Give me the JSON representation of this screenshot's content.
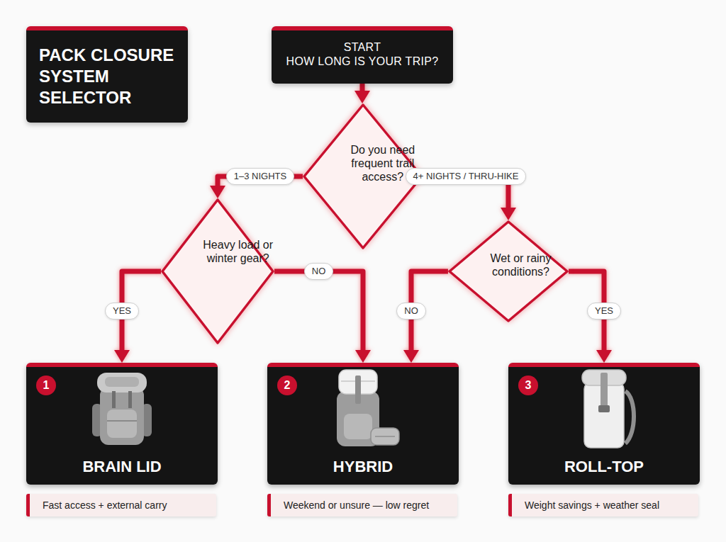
{
  "diagram": {
    "title": "PACK CLOSURE SYSTEM SELECTOR",
    "nodes": [
      {
        "text": [
          "START",
          "HOW LONG IS YOUR TRIP?"
        ]
      },
      {
        "text": [
          "Do you need frequent trail access?"
        ]
      },
      {
        "text": [
          "Heavy load or winter gear?"
        ]
      },
      {
        "text": [
          "Wet or rainy conditions?"
        ]
      },
      {
        "text": [
          "1",
          "BRAIN LID"
        ]
      },
      {
        "text": [
          "2",
          "HYBRID"
        ]
      },
      {
        "text": [
          "3",
          "ROLL-TOP"
        ]
      },
      {
        "text": [
          "Fast access + external carry"
        ]
      },
      {
        "text": [
          "Weekend or unsure — low regret"
        ]
      },
      {
        "text": [
          "Weight savings + weather seal"
        ]
      }
    ],
    "edges": [
      {
        "from": 0,
        "to": 1,
        "arrow": "to"
      },
      {
        "from": 1,
        "to": 2,
        "label": "1–3 NIGHTS",
        "arrow": "to"
      },
      {
        "from": 1,
        "to": 3,
        "label": "4+ NIGHTS / THRU-HIKE",
        "arrow": "to"
      },
      {
        "from": 2,
        "to": 4,
        "label": "YES",
        "arrow": "to"
      },
      {
        "from": 2,
        "to": 5,
        "label": "NO",
        "arrow": "to"
      },
      {
        "from": 3,
        "to": 5,
        "label": "NO",
        "arrow": "to"
      },
      {
        "from": 3,
        "to": 6,
        "label": "YES",
        "arrow": "to"
      }
    ]
  }
}
